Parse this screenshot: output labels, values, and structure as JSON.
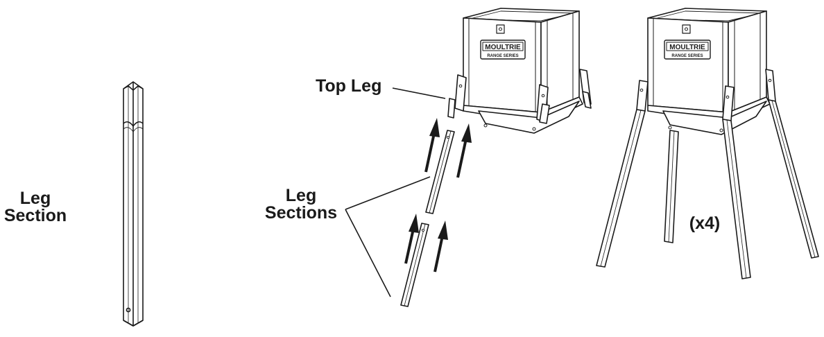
{
  "labels": {
    "leg_section_line1": "Leg",
    "leg_section_line2": "Section",
    "top_leg": "Top Leg",
    "leg_sections_line1": "Leg",
    "leg_sections_line2": "Sections",
    "quantity": "(x4)"
  },
  "logo": {
    "brand": "MOULTRIE",
    "subline": "RANGE SERIES"
  },
  "colors": {
    "ink": "#1a1a1a",
    "background": "#ffffff"
  }
}
